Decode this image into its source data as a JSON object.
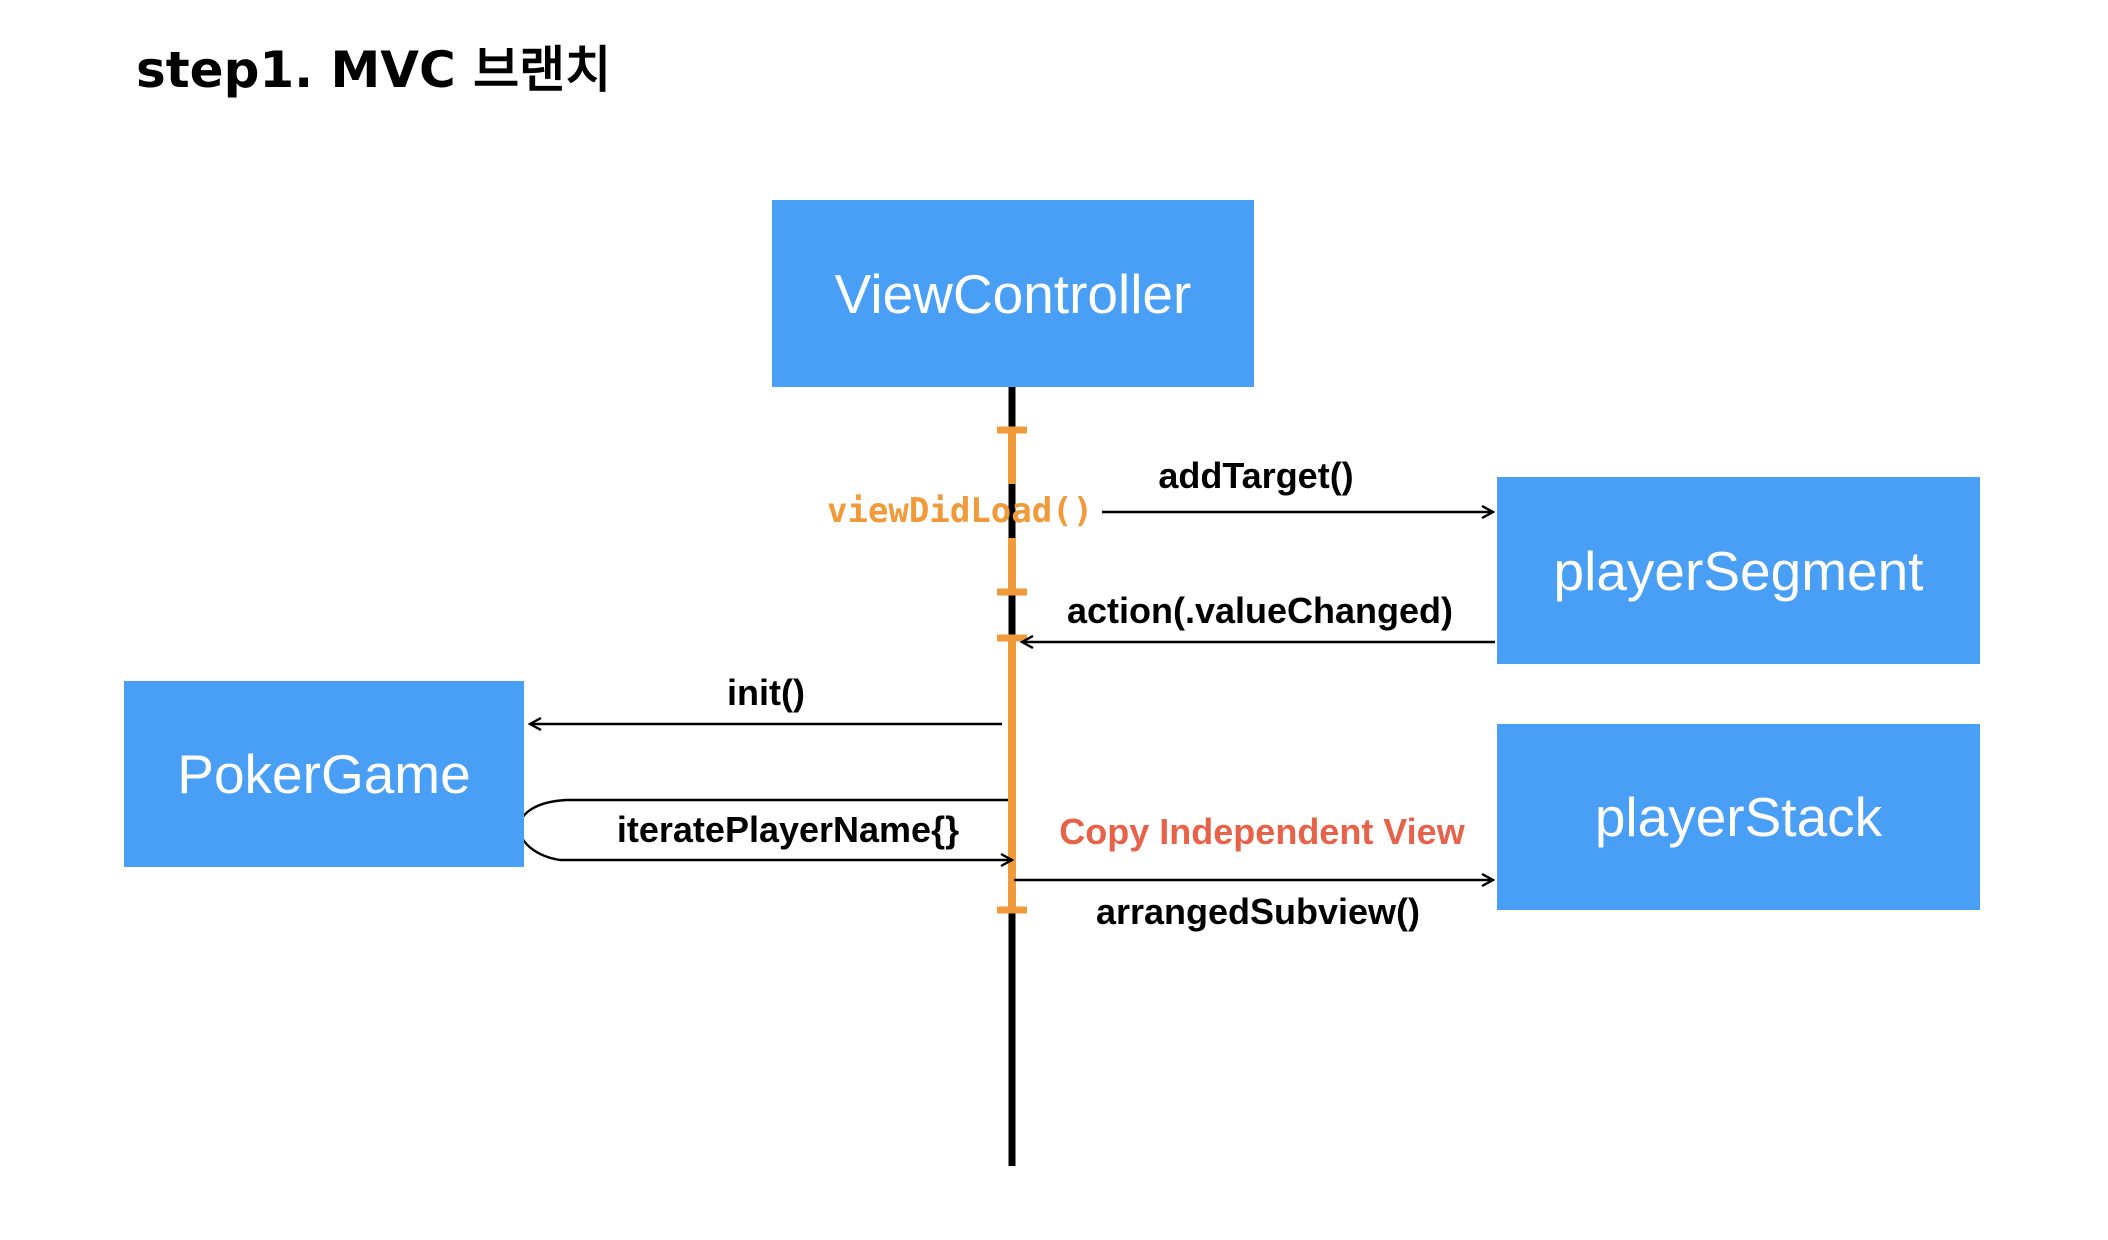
{
  "title": "step1. MVC 브랜치",
  "boxes": {
    "view_controller": "ViewController",
    "player_segment": "playerSegment",
    "poker_game": "PokerGame",
    "player_stack": "playerStack"
  },
  "messages": {
    "view_did_load": "viewDidLoad()",
    "add_target": "addTarget()",
    "action_value_changed": "action(.valueChanged)",
    "init": "init()",
    "iterate_player_name": "iteratePlayerName{}",
    "copy_independent_view": "Copy Independent View",
    "arranged_subview": "arrangedSubview()"
  },
  "colors": {
    "box": "#489ff5",
    "activation": "#f09a3a",
    "lifeline": "#000000",
    "highlight_text": "#e8624a"
  }
}
